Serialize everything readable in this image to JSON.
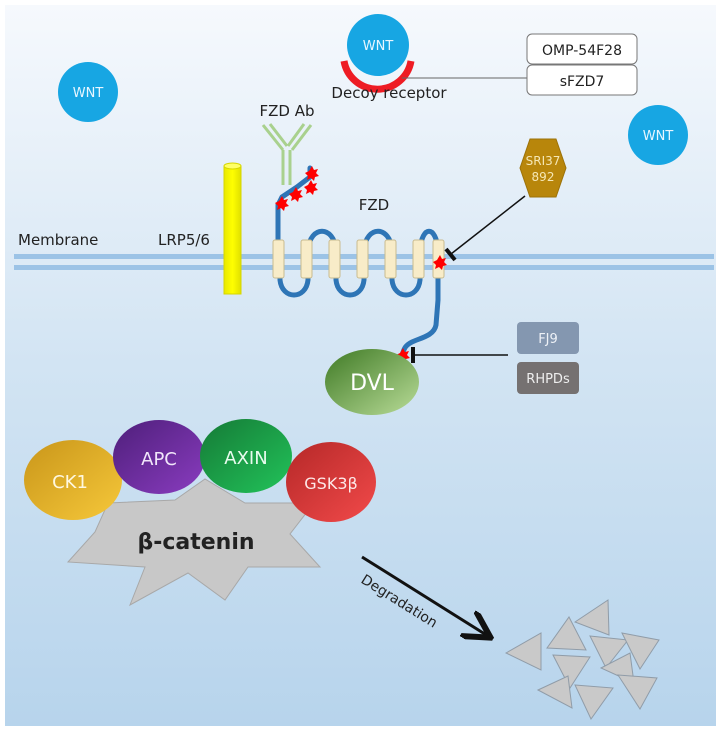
{
  "title": "Wnt/FZD signaling inhibitors diagram",
  "colors": {
    "background_top": "#f4f8fc",
    "background_bottom": "#b9d6ee",
    "wnt": "#17a6e3",
    "decoy_arc": "#ee1c24",
    "membrane": "#9cc3e6",
    "lrp": "#ffff00",
    "fzd_chain": "#2e75b6",
    "fzd_tm": "#f8ecc8",
    "phospho": "#ff0000",
    "antibody": "#a9d18e",
    "sri_hex": "#b8860b",
    "fj9": "#8497b0",
    "rhpds": "#757171",
    "dvl": "#5f9b3c",
    "ck1": "#e8b020",
    "apc": "#7030a0",
    "axin": "#1fa34a",
    "gsk3b": "#e03c3c",
    "catenin": "#c8c8c8",
    "fragments": "#c9c9c9"
  },
  "labels": {
    "wnt_left": "WNT",
    "wnt_top": "WNT",
    "wnt_right": "WNT",
    "decoy_receptor": "Decoy receptor",
    "decoy_drugs": [
      "OMP-54F28",
      "sFZD7"
    ],
    "fzd_ab": "FZD Ab",
    "lrp": "LRP5/6",
    "membrane": "Membrane",
    "fzd": "FZD",
    "sri_line1": "SRI37",
    "sri_line2": "892",
    "fj9": "FJ9",
    "rhpds": "RHPDs",
    "dvl": "DVL",
    "ck1": "CK1",
    "apc": "APC",
    "axin": "AXIN",
    "gsk3b": "GSK3β",
    "catenin": "β-catenin",
    "degradation": "Degradation"
  }
}
